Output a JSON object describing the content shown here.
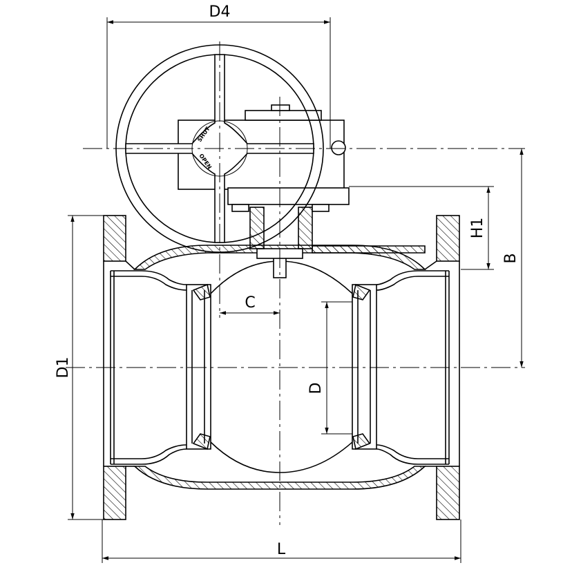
{
  "drawing": {
    "title": "Ball valve with gear-operated handwheel",
    "dimensions": {
      "d4": "D4",
      "h1": "H1",
      "b": "B",
      "c": "C",
      "d1": "D1",
      "d": "D",
      "l": "L"
    },
    "handwheel_marks": {
      "shut": "SHUT",
      "open": "OPEN"
    }
  }
}
